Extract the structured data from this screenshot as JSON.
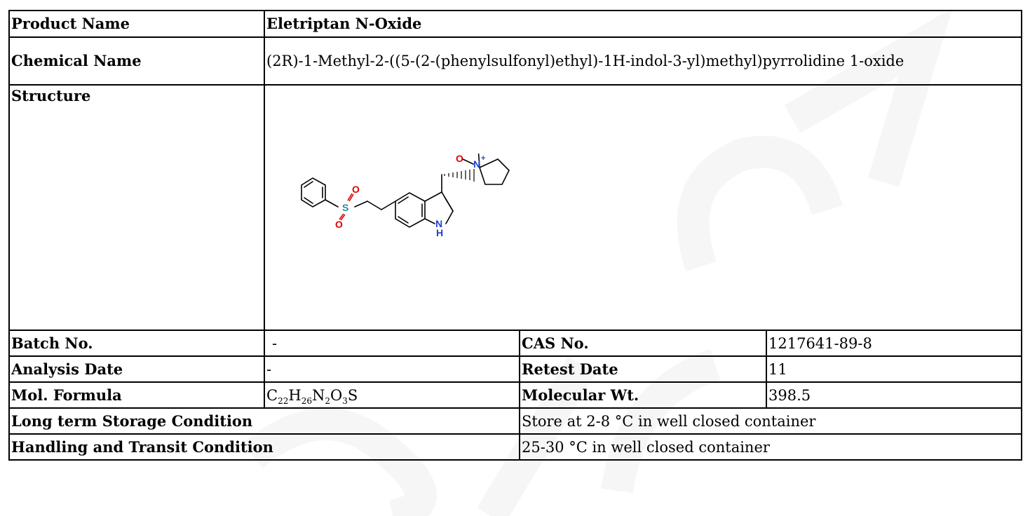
{
  "product": {
    "label": "Product Name",
    "value": "Eletriptan N-Oxide"
  },
  "chemical": {
    "label": "Chemical Name",
    "value": "(2R)-1-Methyl-2-((5-(2-(phenylsulfonyl)ethyl)-1H-indol-3-yl)methyl)pyrrolidine 1-oxide"
  },
  "structure": {
    "label": "Structure",
    "atoms": {
      "o_minus": "O",
      "minus": "-",
      "n_plus": "N",
      "plus": "+",
      "s": "S",
      "o1": "O",
      "o2": "O",
      "nh_n": "N",
      "nh_h": "H"
    },
    "colors": {
      "oxygen": "#e00000",
      "nitrogen": "#1f3fd6",
      "sulfur": "#2a8f8f",
      "bond": "#000000"
    }
  },
  "batch": {
    "label": "Batch No.",
    "value": "-"
  },
  "cas": {
    "label": "CAS No.",
    "value": "1217641-89-8"
  },
  "analysis": {
    "label": "Analysis Date",
    "value": "-"
  },
  "retest": {
    "label": "Retest Date",
    "value": "11"
  },
  "formula": {
    "label": "Mol. Formula",
    "c": "C",
    "c_n": "22",
    "h": "H",
    "h_n": "26",
    "n": "N",
    "n_n": "2",
    "o": "O",
    "o_n": "3",
    "s": "S"
  },
  "molwt": {
    "label": "Molecular Wt.",
    "value": "398.5"
  },
  "storage": {
    "label": "Long term Storage Condition",
    "value": "Store at 2-8 °C in well closed container"
  },
  "handling": {
    "label": "Handling and Transit Condition",
    "value": "25-30 °C in well closed container"
  }
}
